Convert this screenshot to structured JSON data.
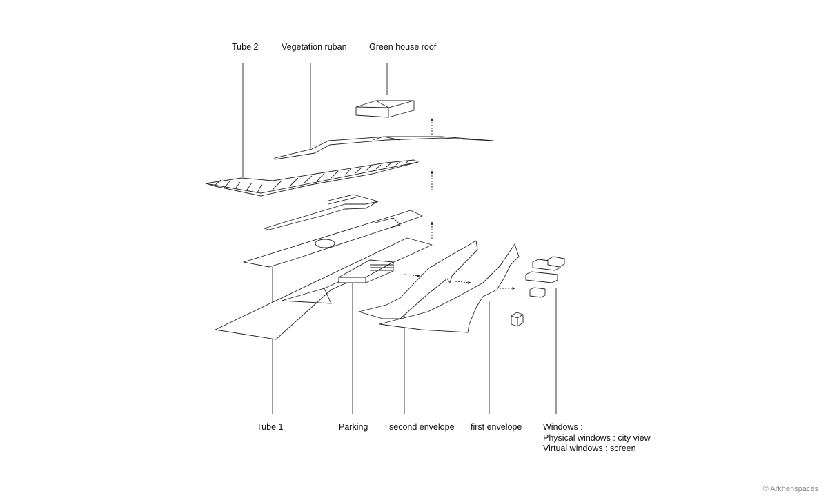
{
  "labels": {
    "tube2": "Tube 2",
    "vegetation_ruban": "Vegetation ruban",
    "green_house_roof": "Green house roof",
    "tube1": "Tube 1",
    "parking": "Parking",
    "second_envelope": "second envelope",
    "first_envelope": "first envelope",
    "windows_title": "Windows :",
    "windows_physical": "Physical windows : city view",
    "windows_virtual": "Virtual windows : screen"
  },
  "copyright": "© Arkhenspaces"
}
